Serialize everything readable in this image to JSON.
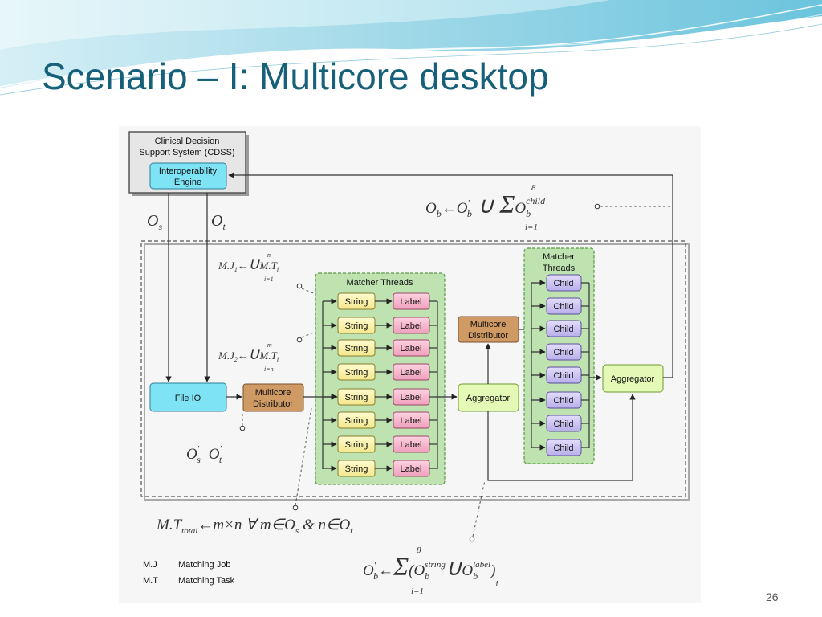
{
  "slide": {
    "title": "Scenario – I: Multicore desktop",
    "number": "26"
  },
  "colors": {
    "title": "#17607a",
    "banner_light": "#bfe6f1",
    "banner_mid": "#8fd0e3",
    "cyan_box": "#7fe3f6",
    "brown_box": "#cf9a63",
    "green_panel": "#bfe3b0",
    "string_box": "#fdf7b0",
    "label_box": "#f7b9cf",
    "child_box": "#cfc6f3",
    "aggregator_box": "#e4f9b5"
  },
  "diagram": {
    "cdss": {
      "line1": "Clinical Decision",
      "line2": "Support System (CDSS)"
    },
    "interop": {
      "line1": "Interoperability",
      "line2": "Engine"
    },
    "os_label": "O",
    "os_sub": "s",
    "ot_label": "O",
    "ot_sub": "t",
    "file_io": "File IO",
    "distributor1": {
      "line1": "Multicore",
      "line2": "Distributor"
    },
    "matcher_threads_title": "Matcher Threads",
    "string_label": "String",
    "label_label": "Label",
    "rows": 8,
    "distributor2": {
      "line1": "Multicore",
      "line2": "Distributor"
    },
    "aggregator1": "Aggregator",
    "matcher_threads2": {
      "line1": "Matcher",
      "line2": "Threads"
    },
    "child_label": "Child",
    "aggregator2": "Aggregator"
  },
  "formulas": {
    "ob_top": "O_b ← O'_b ∪ Σ_{i=1}^{8} O_b^child",
    "mj1": "M.J_1 ← ∪_{i=1}^{n} M.T_i",
    "mj2": "M.J_2 ← ∪_{i=n}^{m} M.T_i",
    "os_ot_prime": "O's O't",
    "mt_total": "M.T_total ← m×n ∀ m∈O_s & n∈O_t",
    "ob_bottom": "O'_b ← Σ_{i=1}^{8} (O_b^string ∪ O_b^label)_i"
  },
  "legend": [
    {
      "abbr": "M.J",
      "meaning": "Matching Job"
    },
    {
      "abbr": "M.T",
      "meaning": "Matching Task"
    }
  ]
}
